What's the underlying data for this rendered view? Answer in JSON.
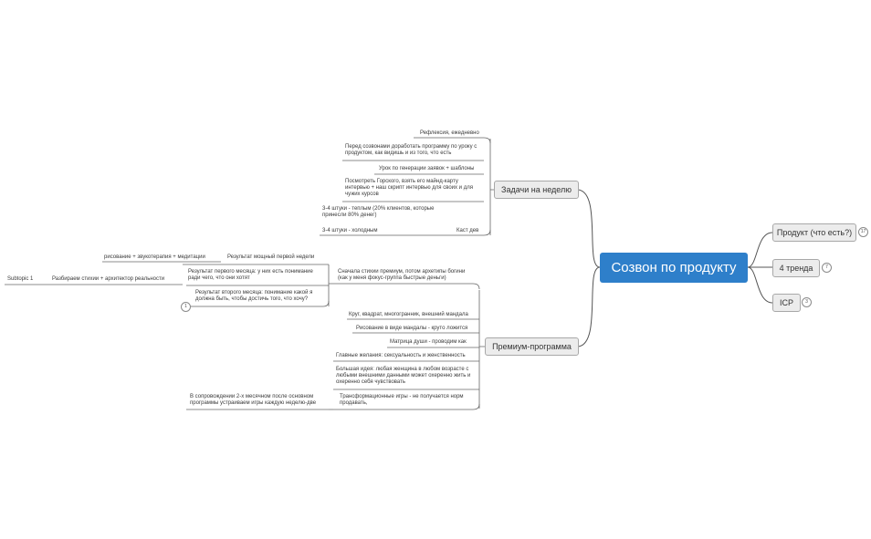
{
  "central": "Созвон по продукту",
  "right_topics": [
    {
      "label": "Продукт (что есть?)",
      "badge": "17"
    },
    {
      "label": "4 тренда",
      "badge": "7"
    },
    {
      "label": "ICP",
      "badge": "3"
    }
  ],
  "tasks": {
    "label": "Задачи на неделю",
    "items": [
      "Рефлексия, ежедневно",
      "Перед созвонами доработать программу по уроку с продуктом, как видишь и из того, что есть",
      "Урок по генерации заявок + шаблоны",
      "Посмотреть Горского, взять его майнд-карту интервью + наш скрипт интервью для своих и для чужих курсов",
      "3-4 штуки - теплым (20% клиентов, которые принесли 80% денег)",
      "3-4 штуки - холодным",
      "Каст дев"
    ]
  },
  "premium": {
    "label": "Премиум-программа",
    "items": [
      "Сначала стихии премиум, потом архетипы богини (как у меня фокус-группа быстрые деньги)",
      "Результат первого месяца: у них есть понимание ради чего, что они хотят",
      "Результат второго месяца: понимание какой я должна быть, чтобы достичь того, что хочу?",
      "Результат мощный первой недели",
      "рисование + звукотерапия + медитации",
      "Разбираем стихии + архитектор реальности",
      "Subtopic 1",
      "Круг, квадрат, многогранник, внешний мандала",
      "Рисование в виде мандалы - круто ложится",
      "Матрица души - проводим как",
      "Главные желания: сексуальность и женственность",
      "Большая идея: любая женщина в любом возрасте с любыми внешними данными может охеренно жить и охеренно себя чувствовать",
      "Трансформационные игры - не получается норм продавать,",
      "В сопровождении 2-х месячном после основном программы устраиваем игры каждую неделю-две"
    ],
    "badge": "1"
  }
}
